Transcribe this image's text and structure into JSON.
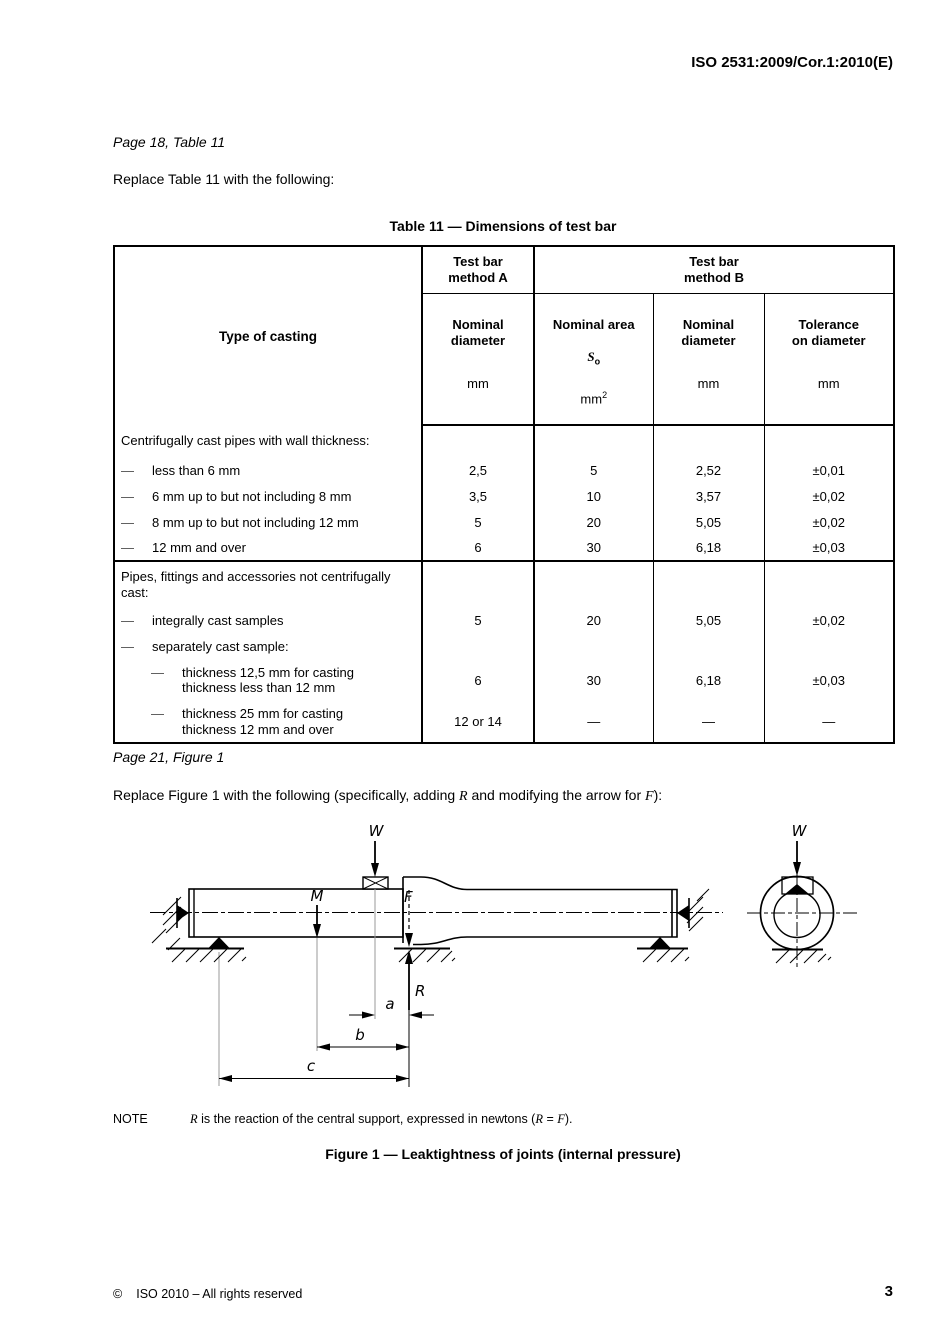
{
  "header": {
    "doc_ref": "ISO 2531:2009/Cor.1:2010(E)"
  },
  "table_section": {
    "page_ref": "Page 18, Table 11",
    "instruction": "Replace Table 11 with the following:",
    "title": "Table 11 — Dimensions of test bar",
    "head": {
      "type_of_casting": "Type of casting",
      "method_a": "Test bar\nmethod A",
      "method_b": "Test bar\nmethod B",
      "nominal_diameter_a": "Nominal\ndiameter",
      "nominal_area": "Nominal area",
      "area_symbol": "S",
      "area_sub": "o",
      "nominal_diameter_b": "Nominal\ndiameter",
      "tolerance": "Tolerance\non diameter",
      "unit_mm": "mm",
      "unit_mm2_base": "mm",
      "unit_mm2_sup": "2"
    },
    "rows": [
      {
        "label": "Centrifugally cast pipes with wall thickness:",
        "values": [
          "",
          "",
          "",
          ""
        ]
      },
      {
        "dash": "—",
        "label": "less than 6 mm",
        "values": [
          "2,5",
          "5",
          "2,52",
          "±0,01"
        ]
      },
      {
        "dash": "—",
        "label": "6 mm up to but not including 8 mm",
        "values": [
          "3,5",
          "10",
          "3,57",
          "±0,02"
        ]
      },
      {
        "dash": "—",
        "label": "8 mm up to but not including 12 mm",
        "values": [
          "5",
          "20",
          "5,05",
          "±0,02"
        ]
      },
      {
        "dash": "—",
        "label": "12 mm and over",
        "values": [
          "6",
          "30",
          "6,18",
          "±0,03"
        ]
      },
      {
        "label": "Pipes, fittings and accessories not centrifugally cast:",
        "values": [
          "",
          "",
          "",
          ""
        ]
      },
      {
        "dash": "—",
        "label": "integrally cast samples",
        "values": [
          "5",
          "20",
          "5,05",
          "±0,02"
        ]
      },
      {
        "dash": "—",
        "label": "separately cast sample:",
        "values": [
          "",
          "",
          "",
          ""
        ]
      },
      {
        "dash": "—",
        "label": "thickness 12,5 mm for casting thickness less than 12 mm",
        "values": [
          "6",
          "30",
          "6,18",
          "±0,03"
        ]
      },
      {
        "dash": "—",
        "label": "thickness 25 mm for casting thickness 12 mm and over",
        "values": [
          "12 or 14",
          "—",
          "—",
          "—"
        ]
      }
    ]
  },
  "figure_section": {
    "page_ref": "Page 21, Figure 1",
    "instruction": {
      "part1": "Replace Figure 1 with the following (specifically, adding ",
      "var_r": "R",
      "part2": " and modifying the arrow for ",
      "var_f": "F",
      "part3": "):"
    },
    "labels": {
      "w_load": "W",
      "m_moment": "M",
      "f_force": "F",
      "r_reaction": "R",
      "dim_a": "a",
      "dim_b": "b",
      "dim_c": "c",
      "w_section": "W"
    },
    "note": {
      "label": "NOTE",
      "var_r1": "R",
      "text1": " is the reaction of the central support, expressed in newtons (",
      "var_r2": "R",
      "eq": " = ",
      "var_f": "F",
      "end": ")."
    },
    "caption": "Figure 1 — Leaktightness of joints (internal pressure)"
  },
  "footer": {
    "copyright": "©",
    "text": "ISO 2010 – All rights reserved",
    "page_number": "3"
  }
}
